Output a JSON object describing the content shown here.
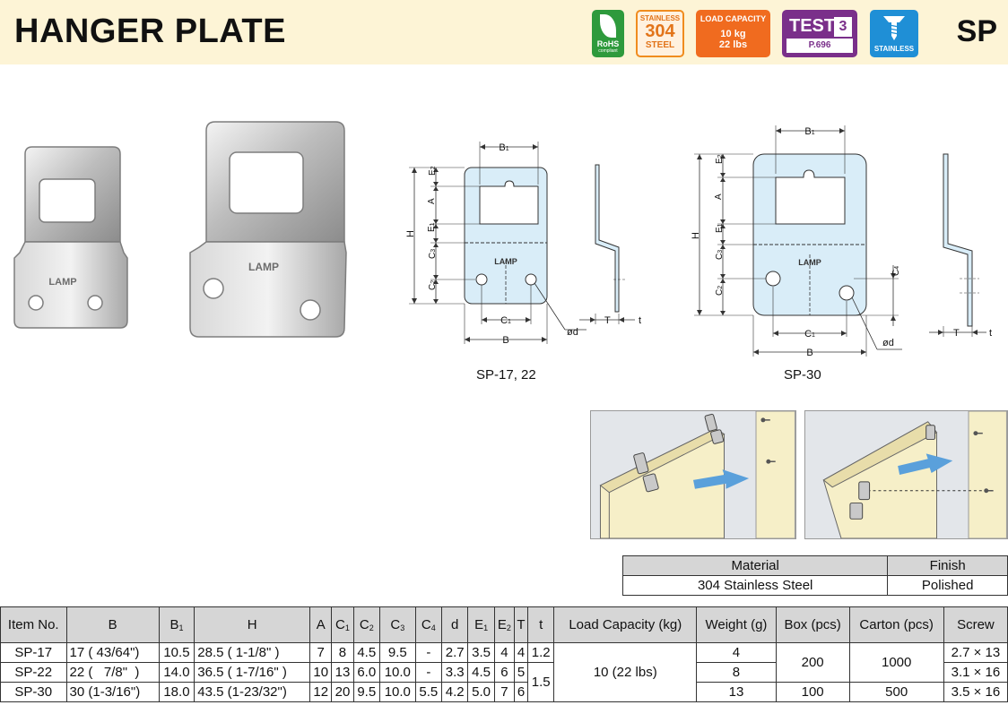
{
  "header": {
    "title": "HANGER PLATE",
    "series_code": "SP",
    "badges": {
      "rohs": {
        "text": "RoHS",
        "sub": "compliant"
      },
      "steel": {
        "line1": "STAINLESS",
        "line2": "304",
        "line3": "STEEL"
      },
      "load": {
        "line1": "LOAD CAPACITY",
        "line2": "10 kg",
        "line3": "22 lbs"
      },
      "test": {
        "label": "TEST",
        "number": "3",
        "page": "P.696"
      },
      "stainless": {
        "label": "STAINLESS"
      }
    },
    "colors": {
      "header_bg": "#fdf4d6",
      "rohs": "#2e9a3c",
      "steel": "#f08c1e",
      "load": "#f06b1f",
      "test": "#7a2f8a",
      "stainless": "#1f8fd6"
    }
  },
  "photos": {
    "brand": "LAMP"
  },
  "drawings": {
    "small": {
      "caption": "SP-17, 22",
      "labels": {
        "b1": "B",
        "b1_sub": "1",
        "h": "H",
        "e2": "E",
        "e2_sub": "2",
        "a": "A",
        "e1": "E",
        "e1_sub": "1",
        "c3": "C",
        "c3_sub": "3",
        "c2": "C",
        "c2_sub": "2",
        "c1": "C",
        "c1_sub": "1",
        "b": "B",
        "d": "ød",
        "big_t": "T",
        "small_t": "t",
        "brand": "LAMP"
      }
    },
    "large": {
      "caption": "SP-30",
      "labels": {
        "b1": "B",
        "b1_sub": "1",
        "h": "H",
        "e2": "E",
        "e2_sub": "2",
        "a": "A",
        "e1": "E",
        "e1_sub": "1",
        "c3": "C",
        "c3_sub": "3",
        "c2": "C",
        "c2_sub": "2",
        "c4": "C",
        "c4_sub": "4",
        "c1": "C",
        "c1_sub": "1",
        "b": "B",
        "d": "ød",
        "big_t": "T",
        "small_t": "t",
        "brand": "LAMP"
      }
    }
  },
  "material_table": {
    "headers": [
      "Material",
      "Finish"
    ],
    "row": [
      "304 Stainless Steel",
      "Polished"
    ]
  },
  "spec_table": {
    "headers": {
      "item": "Item No.",
      "b": "B",
      "b1": "B",
      "b1_sub": "1",
      "h": "H",
      "a": "A",
      "c1": "C",
      "c1_sub": "1",
      "c2": "C",
      "c2_sub": "2",
      "c3": "C",
      "c3_sub": "3",
      "c4": "C",
      "c4_sub": "4",
      "d": "d",
      "e1": "E",
      "e1_sub": "1",
      "e2": "E",
      "e2_sub": "2",
      "big_t": "T",
      "small_t": "t",
      "load": "Load Capacity (kg)",
      "weight": "Weight (g)",
      "box": "Box (pcs)",
      "carton": "Carton (pcs)",
      "screw": "Screw"
    },
    "rows": [
      {
        "item": "SP-17",
        "b": "17 ( 43/64\")",
        "b1": "10.5",
        "h": "28.5 (  1-1/8\"  )",
        "a": "7",
        "c1": "8",
        "c2": "4.5",
        "c3": "9.5",
        "c4": "-",
        "d": "2.7",
        "e1": "3.5",
        "e2": "4",
        "big_t": "4",
        "small_t": "1.2",
        "weight": "4",
        "screw": "2.7 × 13"
      },
      {
        "item": "SP-22",
        "b": "22 (   7/8\"  )",
        "b1": "14.0",
        "h": "36.5 ( 1-7/16\" )",
        "a": "10",
        "c1": "13",
        "c2": "6.0",
        "c3": "10.0",
        "c4": "-",
        "d": "3.3",
        "e1": "4.5",
        "e2": "6",
        "big_t": "5",
        "weight": "8",
        "screw": "3.1 × 16"
      },
      {
        "item": "SP-30",
        "b": "30 (1-3/16\")",
        "b1": "18.0",
        "h": "43.5 (1-23/32\")",
        "a": "12",
        "c1": "20",
        "c2": "9.5",
        "c3": "10.0",
        "c4": "5.5",
        "d": "4.2",
        "e1": "5.0",
        "e2": "7",
        "big_t": "6",
        "weight": "13",
        "screw": "3.5 × 16"
      }
    ],
    "merged": {
      "small_t_22_30": "1.5",
      "load": "10 (22 lbs)",
      "box_17_22": "200",
      "box_30": "100",
      "carton_17_22": "1000",
      "carton_30": "500"
    }
  }
}
